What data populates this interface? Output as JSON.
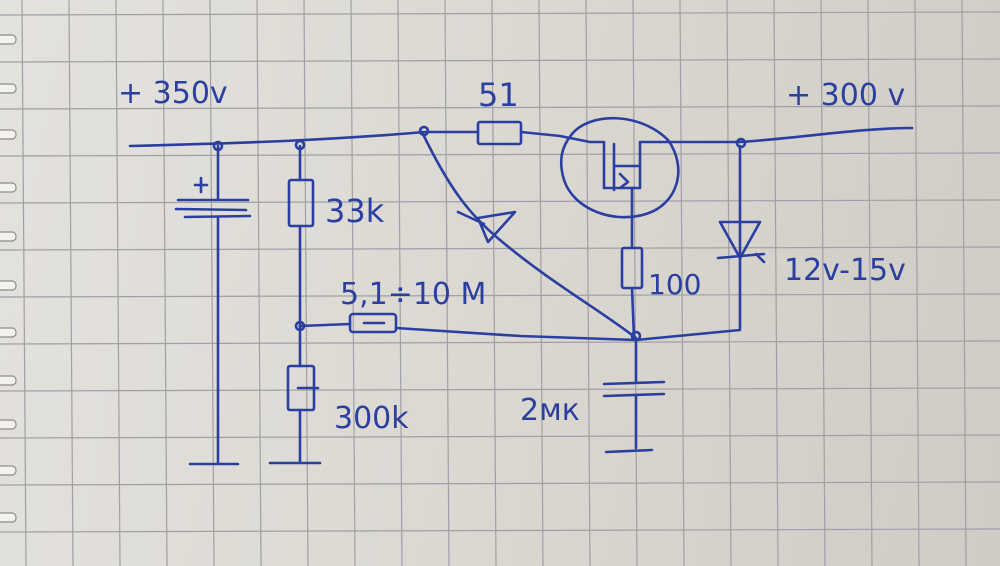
{
  "labels": {
    "input_voltage": "+ 350v",
    "output_voltage": "+ 300 v",
    "r_drain": "51",
    "r_top": "33k",
    "r_series": "5,1÷10 M",
    "r_gate": "100",
    "zener": "12v-15v",
    "capacitor": "2мк",
    "r_bottom": "300k"
  },
  "colors": {
    "ink": "#2b3fa0",
    "paper": "#e2e0db",
    "grid": "#9fa0a6"
  }
}
